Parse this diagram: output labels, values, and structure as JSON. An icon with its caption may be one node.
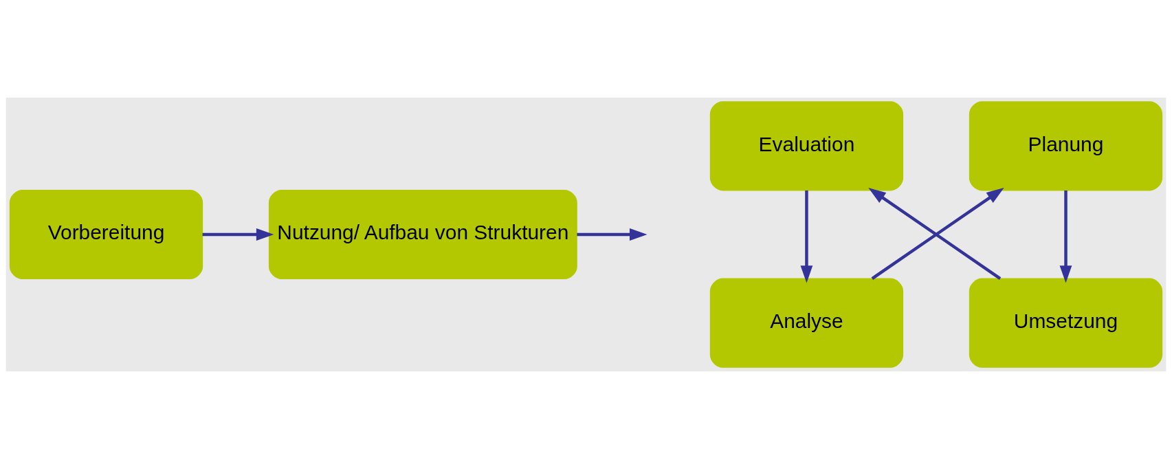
{
  "diagram": {
    "nodes": [
      {
        "text": [
          "Vorbereitung"
        ]
      },
      {
        "text": [
          "Nutzung/ Aufbau von Strukturen"
        ]
      },
      {
        "text": [
          "Analyse"
        ]
      },
      {
        "text": [
          "Planung"
        ]
      },
      {
        "text": [
          "Umsetzung"
        ]
      },
      {
        "text": [
          "Evaluation"
        ]
      }
    ],
    "edges": [
      {
        "from": 0,
        "to": 1,
        "arrow": "to"
      },
      {
        "from": 1,
        "to": null,
        "arrow": "to"
      },
      {
        "from": 2,
        "to": 3,
        "arrow": "to"
      },
      {
        "from": 3,
        "to": 4,
        "arrow": "to"
      },
      {
        "from": 4,
        "to": 5,
        "arrow": "to"
      },
      {
        "from": 5,
        "to": 2,
        "arrow": "to"
      }
    ]
  }
}
